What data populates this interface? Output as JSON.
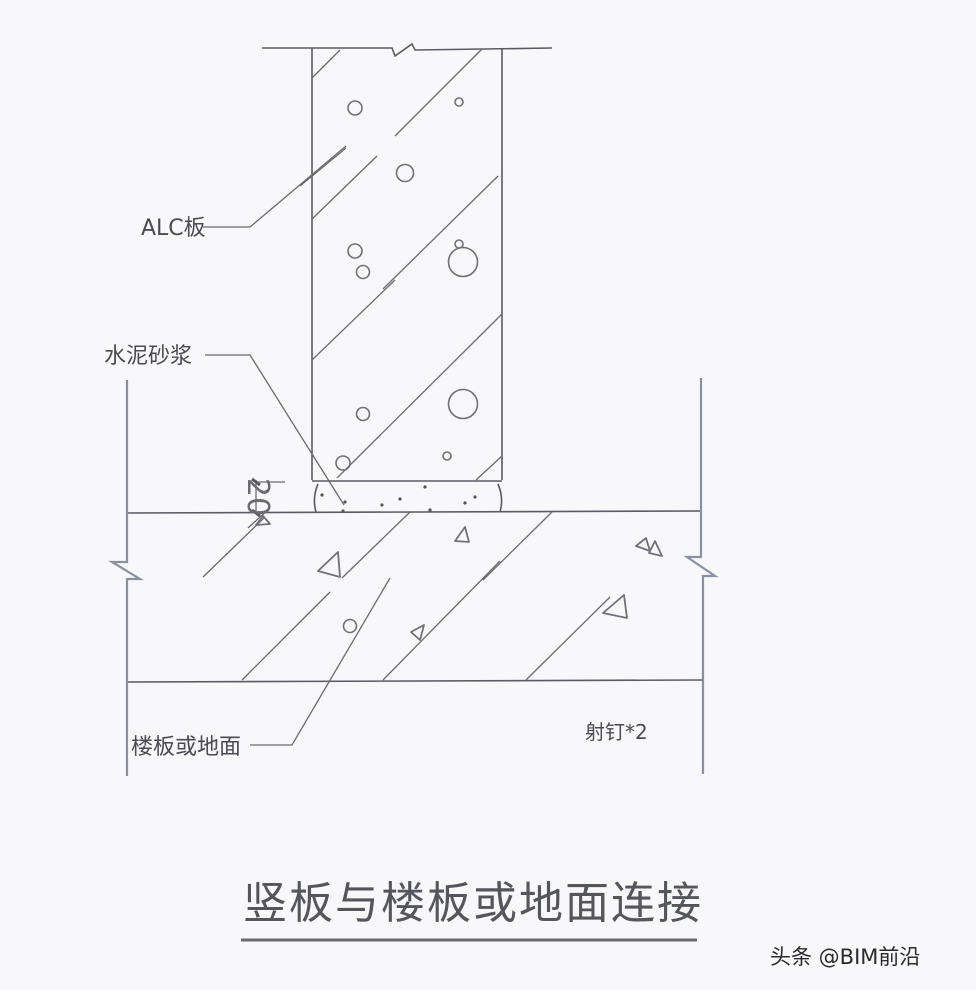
{
  "drawing": {
    "title": "竖板与楼板或地面连接",
    "labels": {
      "alc_panel": "ALC板",
      "cement_mortar": "水泥砂浆",
      "floor_or_ground": "楼板或地面",
      "nails": "射钉*2"
    },
    "dimension": {
      "mortar_thickness": "20"
    },
    "watermark": "头条 @BIM前沿"
  }
}
